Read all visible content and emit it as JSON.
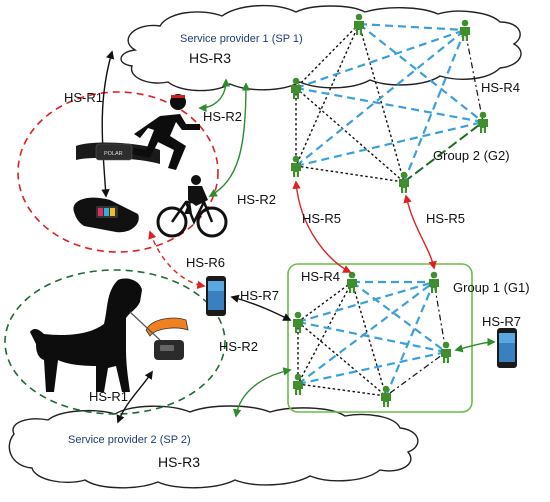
{
  "colors": {
    "cloud_fill": "#ffffff",
    "cloud_stroke": "#222222",
    "green_arrow": "#2e8b2e",
    "red_arrow": "#e02020",
    "black_arrow": "#111111",
    "blue_dashed": "#3aa0dc",
    "dark_green_dashed": "#1e6b1e",
    "person_node": "#3f8f2f",
    "group_box": "#6dbb4a",
    "red_dashed_circle": "#e02020",
    "green_dashed_circle": "#1f6b35"
  },
  "service_provider_1": {
    "title": "Service provider 1 (SP 1)",
    "label": "HS-R3"
  },
  "service_provider_2": {
    "title": "Service provider 2 (SP 2)",
    "label": "HS-R3"
  },
  "group_1": {
    "label": "Group 1 (G1)",
    "inner_label": "HS-R4"
  },
  "group_2": {
    "label": "Group 2 (G2)",
    "inner_label": "HS-R4"
  },
  "relations": {
    "r1_top": "HS-R1",
    "r1_bottom": "HS-R1",
    "r2_runner": "HS-R2",
    "r2_cyclist": "HS-R2",
    "r2_phone_sp2": "HS-R2",
    "r5_left": "HS-R5",
    "r5_right": "HS-R5",
    "r6": "HS-R6",
    "r7_left": "HS-R7",
    "r7_right": "HS-R7"
  },
  "icons": {
    "heart_rate_strap": "heart-rate-strap-icon",
    "smartwatch": "smartwatch-icon",
    "runner": "runner-icon",
    "cyclist": "cyclist-icon",
    "dog": "dog-icon",
    "dog_collar": "gps-collar-icon",
    "smartphone": "smartphone-icon",
    "person": "person-node-icon",
    "strap_brand_text": "POLAR"
  }
}
